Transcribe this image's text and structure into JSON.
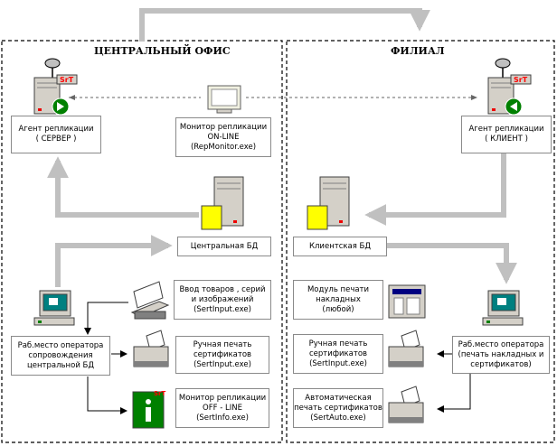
{
  "central_office": {
    "title": "ЦЕНТРАЛЬНЫЙ ОФИС"
  },
  "branch": {
    "title": "ФИЛИАЛ"
  },
  "logo_text": "SrT",
  "nodes": {
    "agent_server": {
      "line1": "Агент репликации",
      "line2": "( СЕРВЕР )"
    },
    "monitor_online": {
      "line1": "Монитор репликации",
      "line2": "ON-LINE",
      "line3": "(RepMonitor.exe)"
    },
    "agent_client": {
      "line1": "Агент репликации",
      "line2": "( КЛИЕНТ )"
    },
    "central_db": {
      "label": "Центральная БД"
    },
    "client_db": {
      "label": "Клиентская БД"
    },
    "input_goods": {
      "line1": "Ввод товаров , серий",
      "line2": "и изображений",
      "line3": "(SertInput.exe)"
    },
    "operator_central": {
      "line1": "Раб.место оператора",
      "line2": "сопровождения",
      "line3": "центральной БД"
    },
    "manual_print_central": {
      "line1": "Ручная печать",
      "line2": "сертификатов",
      "line3": "(SertInput.exe)"
    },
    "monitor_offline": {
      "line1": "Монитор репликации",
      "line2": "OFF - LINE",
      "line3": "(SertInfo.exe)"
    },
    "invoice_print_module": {
      "line1": "Модуль печати",
      "line2": "накладных",
      "line3": "(любой)"
    },
    "manual_print_branch": {
      "line1": "Ручная печать",
      "line2": "сертификатов",
      "line3": "(SertInput.exe)"
    },
    "operator_branch": {
      "line1": "Раб.место оператора",
      "line2": "(печать накладных и",
      "line3": "сертификатов)"
    },
    "auto_print": {
      "line1": "Автоматическая",
      "line2": "печать сертификатов",
      "line3": "(SertAuto.exe)"
    }
  },
  "colors": {
    "flow_arrow": "#c0c0c0",
    "db_yellow": "#ffff00",
    "monitor_green": "#008000",
    "logo_text": "#ff0000",
    "screen_teal": "#008080"
  }
}
